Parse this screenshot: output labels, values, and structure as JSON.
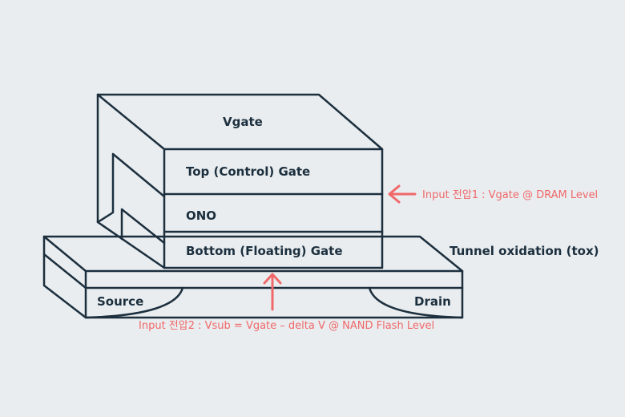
{
  "labels": {
    "vgate": "Vgate",
    "top_gate": "Top (Control) Gate",
    "ono": "ONO",
    "bottom_gate": "Bottom (Floating) Gate",
    "tunnel": "Tunnel oxidation (tox)",
    "source": "Source",
    "drain": "Drain"
  },
  "annotations": {
    "input1": "Input 전압1 : Vgate @ DRAM Level",
    "input2": "Input 전압2 : Vsub = Vgate  –  delta V @ NAND Flash Level"
  },
  "colors": {
    "background": "#e9edef",
    "line": "#1c2f3e",
    "accent": "#f0686a"
  }
}
